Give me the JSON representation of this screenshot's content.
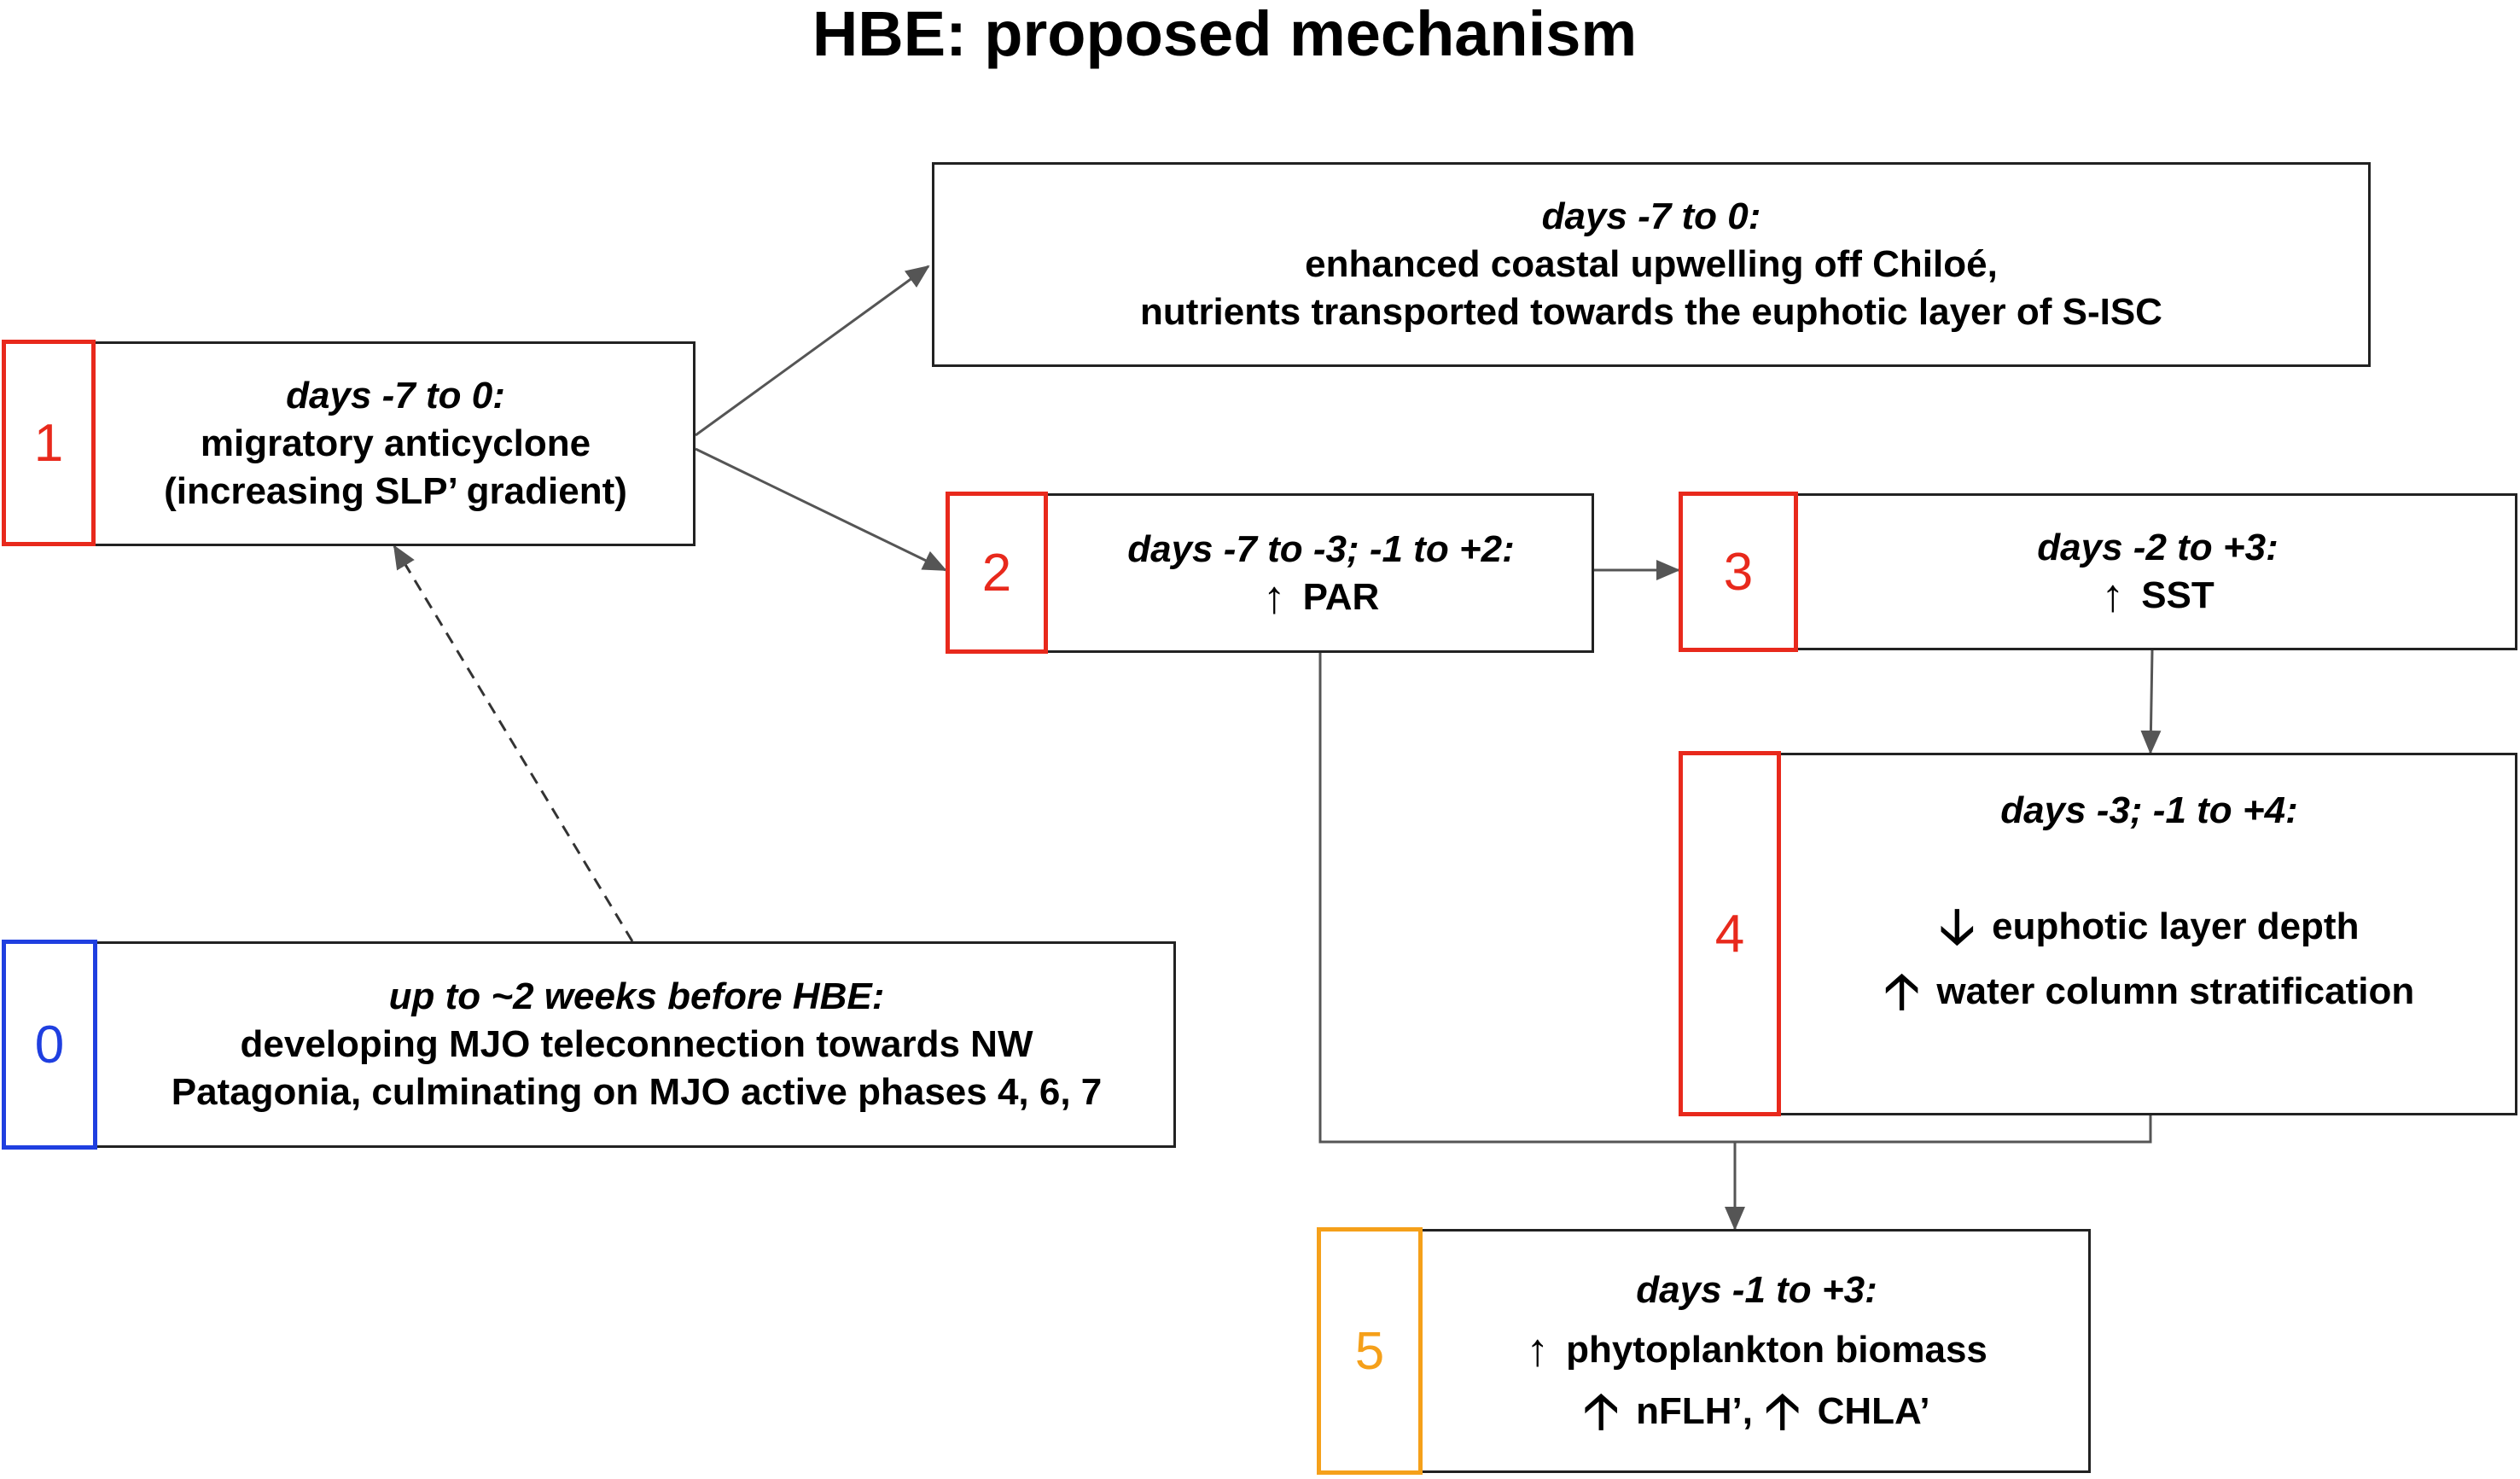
{
  "title": "HBE: proposed mechanism",
  "boxes": {
    "b0": {
      "number": "0",
      "when": "up to ~2 weeks before HBE:",
      "line1": "developing MJO teleconnection towards NW",
      "line2": "Patagonia, culminating on MJO active phases 4, 6, 7"
    },
    "b1": {
      "number": "1",
      "when": "days -7 to 0:",
      "line1": "migratory anticyclone",
      "line2": "(increasing SLP’ gradient)"
    },
    "top": {
      "when": "days -7 to 0:",
      "line1": "enhanced coastal upwelling off Chiloé,",
      "line2": "nutrients transported towards the euphotic layer of S-ISC"
    },
    "b2": {
      "number": "2",
      "when": "days -7 to -3; -1 to +2:",
      "arrow": "↑",
      "text": "PAR"
    },
    "b3": {
      "number": "3",
      "when": "days -2 to +3:",
      "arrow": "↑",
      "text": "SST"
    },
    "b4": {
      "number": "4",
      "when": "days -3; -1 to +4:",
      "row1_arrow": "🡣",
      "row1_text": "euphotic layer depth",
      "row2_arrow": "🡡",
      "row2_text": "water column stratification"
    },
    "b5": {
      "number": "5",
      "when": "days -1 to +3:",
      "row1_arrow": "↑",
      "row1_text": "phytoplankton biomass",
      "row2_arrow_a": "🡡",
      "row2_text_a": "nFLH’,",
      "row2_arrow_b": "🡡",
      "row2_text_b": "CHLA’"
    }
  },
  "colors": {
    "red": "#e8291c",
    "blue": "#1f3fe0",
    "orange": "#f5a01a",
    "line": "#555555"
  }
}
